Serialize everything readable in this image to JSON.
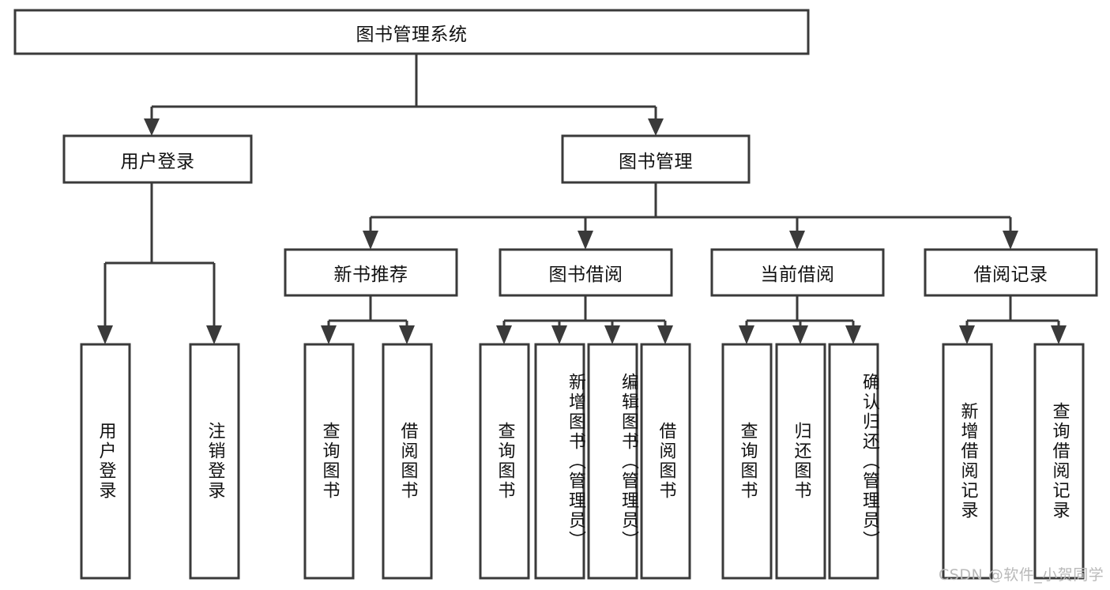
{
  "diagram": {
    "type": "tree-hierarchy-chart",
    "title": "图书管理系统",
    "watermark": "CSDN @软件_小贺同学",
    "colors": {
      "box_stroke": "#3a3a3a",
      "box_fill": "#ffffff",
      "text": "#111111",
      "background": "#ffffff",
      "watermark": "#b9b9b9"
    },
    "levels": {
      "root": {
        "label": "图书管理系统"
      },
      "level2": [
        {
          "label": "用户登录"
        },
        {
          "label": "图书管理"
        }
      ],
      "level3": [
        {
          "label": "新书推荐"
        },
        {
          "label": "图书借阅"
        },
        {
          "label": "当前借阅"
        },
        {
          "label": "借阅记录"
        }
      ],
      "leaves": {
        "user_login": [
          {
            "label": "用户登录"
          },
          {
            "label": "注销登录"
          }
        ],
        "new_book_recommend": [
          {
            "label": "查询图书"
          },
          {
            "label": "借阅图书"
          }
        ],
        "book_borrow": [
          {
            "label": "查询图书"
          },
          {
            "label": "新增图书（管理员）"
          },
          {
            "label": "编辑图书（管理员）"
          },
          {
            "label": "借阅图书"
          }
        ],
        "current_borrow": [
          {
            "label": "查询图书"
          },
          {
            "label": "归还图书"
          },
          {
            "label": "确认归还（管理员）"
          }
        ],
        "borrow_record": [
          {
            "label": "新增借阅记录"
          },
          {
            "label": "查询借阅记录"
          }
        ]
      }
    }
  }
}
